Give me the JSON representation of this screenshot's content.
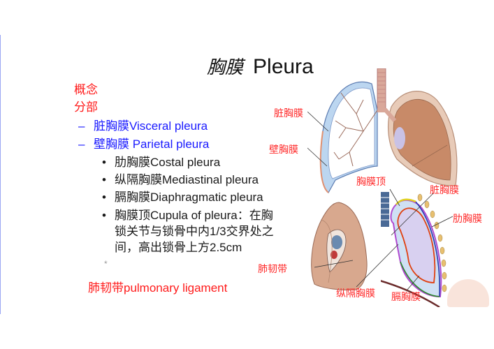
{
  "slide": {
    "title_zh": "胸膜",
    "title_en": "Pleura",
    "headings": [
      "概念",
      "分部"
    ],
    "subsections": [
      {
        "marker": "–",
        "text": "脏胸膜Visceral pleura"
      },
      {
        "marker": "–",
        "text": "壁胸膜 Parietal pleura"
      }
    ],
    "bullets": [
      {
        "marker": "•",
        "text": "肋胸膜Costal pleura"
      },
      {
        "marker": "•",
        "text": "纵隔胸膜Mediastinal pleura"
      },
      {
        "marker": "•",
        "text": "膈胸膜Diaphragmatic pleura"
      },
      {
        "marker": "•",
        "lines": [
          "胸膜顶Cupula of pleura：在胸",
          "锁关节与锁骨中内1/3交界处之",
          "间，高出锁骨上方2.5cm"
        ]
      }
    ],
    "star": "*",
    "footer_note": "肺韧带pulmonary ligament"
  },
  "figure_labels": {
    "top": {
      "visceral": "脏胸膜",
      "parietal": "壁胸膜"
    },
    "bottom": {
      "cupula": "胸膜顶",
      "visceral": "脏胸膜",
      "costal": "肋胸膜",
      "ligament": "肺韧带",
      "mediastinal": "纵隔胸膜",
      "diaphragmatic": "膈胸膜"
    }
  },
  "colors": {
    "heading": "#ff1a1a",
    "subsection": "#1a1aff",
    "body": "#1a1a1a",
    "label": "#ff2a2a"
  }
}
